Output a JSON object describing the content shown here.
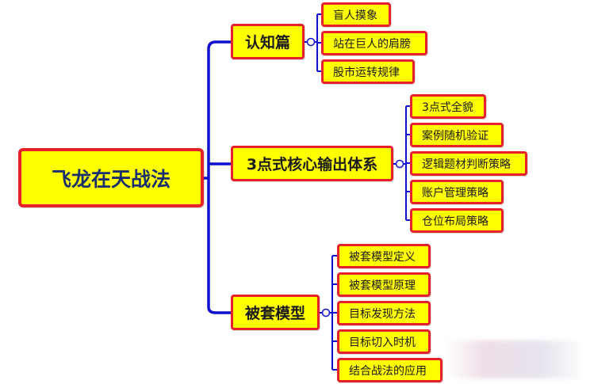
{
  "mindmap": {
    "root": {
      "label": "飞龙在天战法"
    },
    "branches": [
      {
        "label": "认知篇",
        "children": [
          "盲人摸象",
          "站在巨人的肩膀",
          "股市运转规律"
        ]
      },
      {
        "label": "3点式核心输出体系",
        "children": [
          "3点式全貌",
          "案例随机验证",
          "逻辑题材判断策略",
          "账户管理策略",
          "仓位布局策略"
        ]
      },
      {
        "label": "被套模型",
        "children": [
          "被套模型定义",
          "被套模型原理",
          "目标发现方法",
          "目标切入时机",
          "结合战法的应用"
        ]
      }
    ]
  },
  "colors": {
    "node_fill": "#FFFF00",
    "node_border": "#E8202A",
    "connector": "#1010D0",
    "root_text": "#1a2f6e"
  }
}
